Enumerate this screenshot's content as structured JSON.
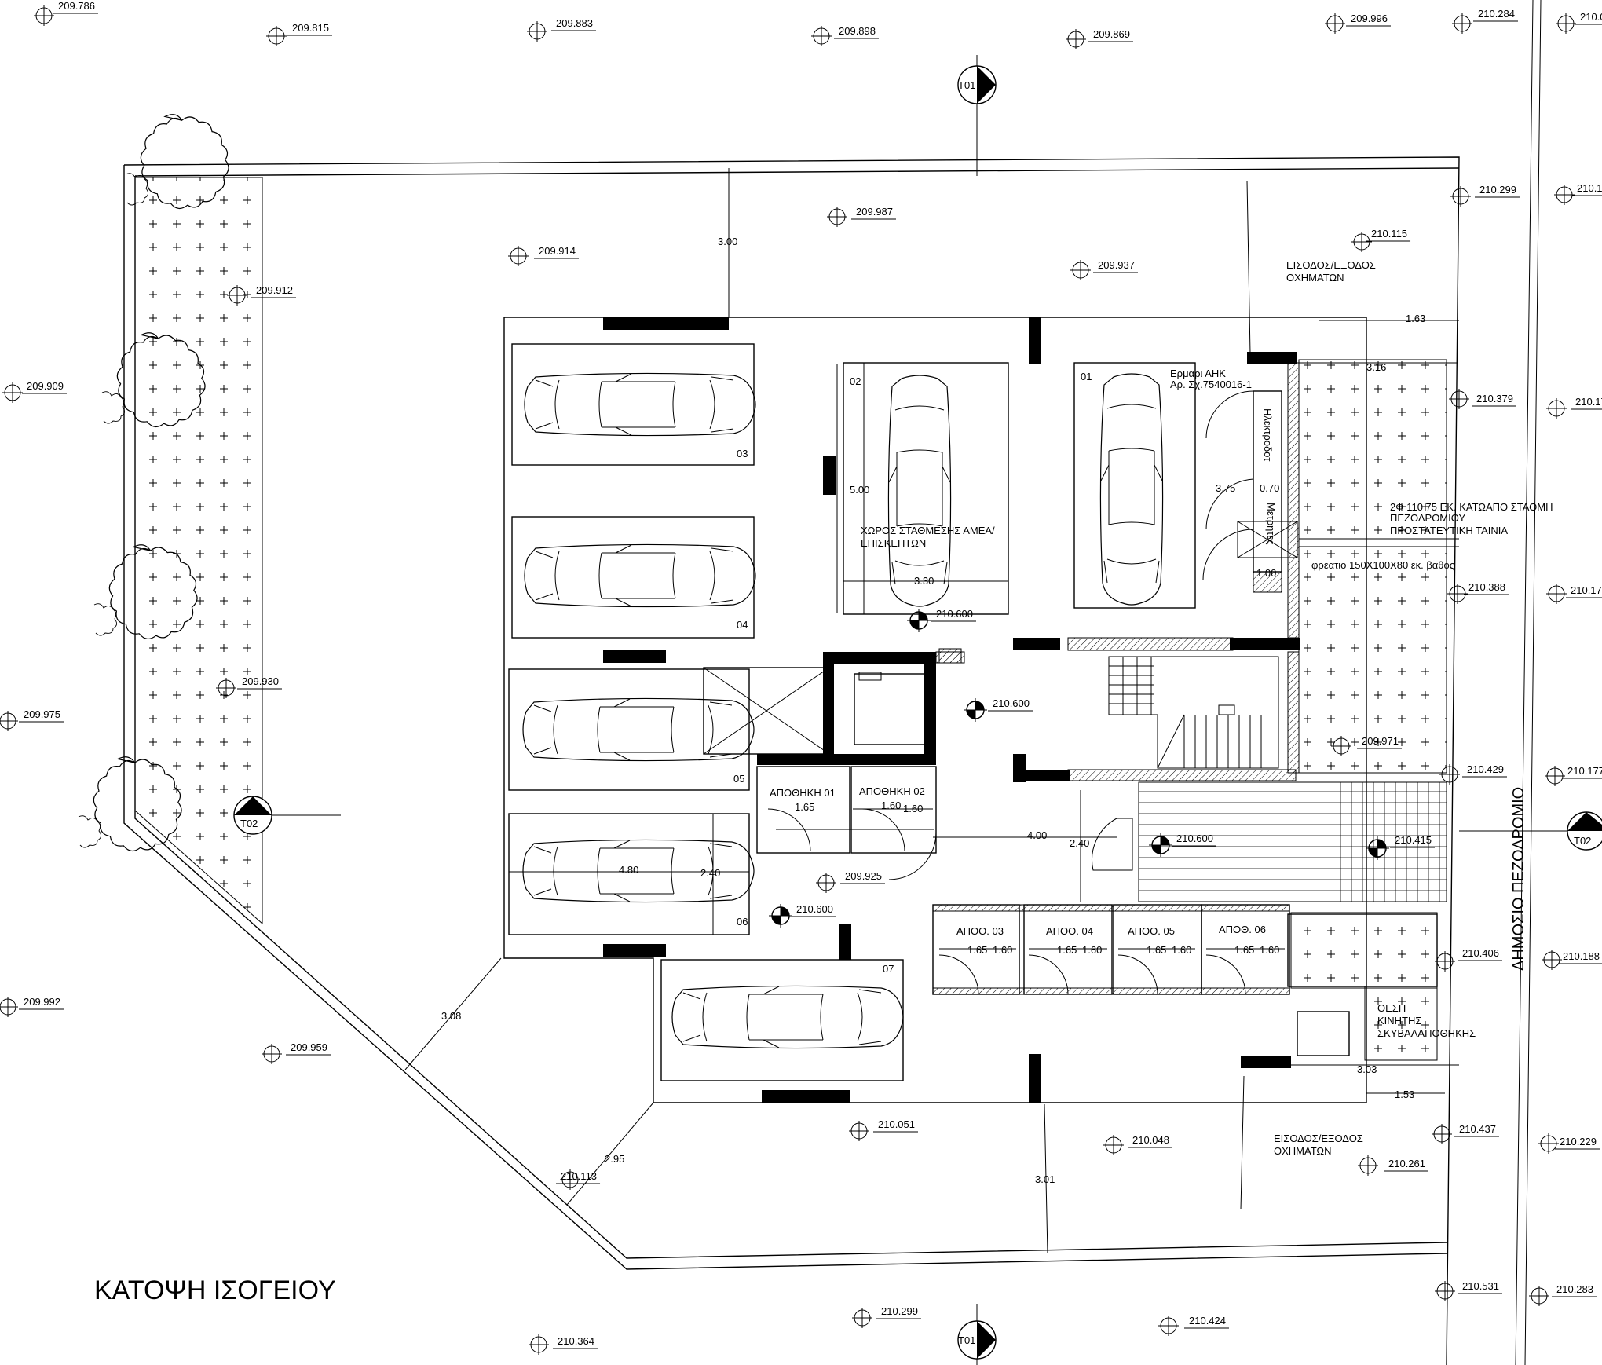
{
  "drawing": {
    "title": "ΚΑΤΟΨΗ ΙΣΟΓΕΙΟΥ",
    "road_label": "ΔΗΜΟΣΙΟ ΠΕΖΟΔΡΟΜΙΟ",
    "section_marks": [
      "T01",
      "T01",
      "T02",
      "T02"
    ],
    "elevations": [
      "209.786",
      "209.815",
      "209.883",
      "209.898",
      "209.869",
      "209.996",
      "210.284",
      "210.0",
      "209.987",
      "209.914",
      "209.937",
      "210.115",
      "209.912",
      "210.299",
      "210.1",
      "209.909",
      "210.379",
      "210.17",
      "210.388",
      "210.17",
      "209.930",
      "209.975",
      "209.971",
      "210.429",
      "210.177",
      "210.415",
      "209.925",
      "210.600",
      "210.600",
      "210.600",
      "210.600",
      "210.406",
      "210.188",
      "209.992",
      "209.959",
      "210.051",
      "210.048",
      "210.437",
      "210.229",
      "210.113",
      "210.261",
      "210.531",
      "210.283",
      "210.299",
      "210.424",
      "210.364"
    ],
    "dimensions": [
      "3.00",
      "1.63",
      "3.16",
      "5.00",
      "3.30",
      "3.75",
      "0.70",
      "1.00",
      "1.65",
      "1.60",
      "1.60",
      "4.00",
      "2.40",
      "4.80",
      "2.40",
      "1.65",
      "1.60",
      "1.65",
      "1.60",
      "1.65",
      "1.60",
      "1.65",
      "1.60",
      "3.08",
      "2.95",
      "3.01",
      "3.03",
      "1.53"
    ],
    "spaces": [
      "01",
      "02",
      "03",
      "04",
      "05",
      "06",
      "07"
    ],
    "labels": {
      "entrance_top_1": "ΕΙΣΟΔΟΣ/ΕΞΟΔΟΣ",
      "entrance_top_2": "ΟΧΗΜΑΤΩΝ",
      "entrance_bottom_1": "ΕΙΣΟΔΟΣ/ΕΞΟΔΟΣ",
      "entrance_bottom_2": "ΟΧΗΜΑΤΩΝ",
      "cabinet_1": "Ερμαρι ΑΗΚ",
      "cabinet_2": "Αρ. Σχ.7540016-1",
      "ilektrodotisi": "Ηλεκτροδοτ",
      "metrities": "Μετρητες",
      "accessible_1": "ΧΩΡΟΣ ΣΤΑΘΜΕΣΗΣ ΑΜΕΑ/",
      "accessible_2": "ΕΠΙΣΚΕΠΤΩΝ",
      "drain_1": "2Φ 110 75 ΕΚ. ΚΑΤΩΑΠΟ ΣΤΑΘΜΗ",
      "drain_2": "ΠΕΖΟΔΡΟΜΙΟΥ",
      "drain_3": "ΠΡΟΣΤΑΤΕΥΤΙΚΗ ΤΑΙΝΙΑ",
      "manhole": "φρεατιο 150Χ100Χ80 εκ. βαθος",
      "storage_01": "ΑΠΟΘΗΚΗ 01",
      "storage_02": "ΑΠΟΘΗΚΗ 02",
      "storage_03": "ΑΠΟΘ. 03",
      "storage_04": "ΑΠΟΘ. 04",
      "storage_05": "ΑΠΟΘ. 05",
      "storage_06": "ΑΠΟΘ. 06",
      "bin_1": "ΘΕΣΗ",
      "bin_2": "ΚΙΝΗΤΗΣ",
      "bin_3": "ΣΚΥΒΑΛΑΠΟΘΗΚΗΣ"
    }
  }
}
